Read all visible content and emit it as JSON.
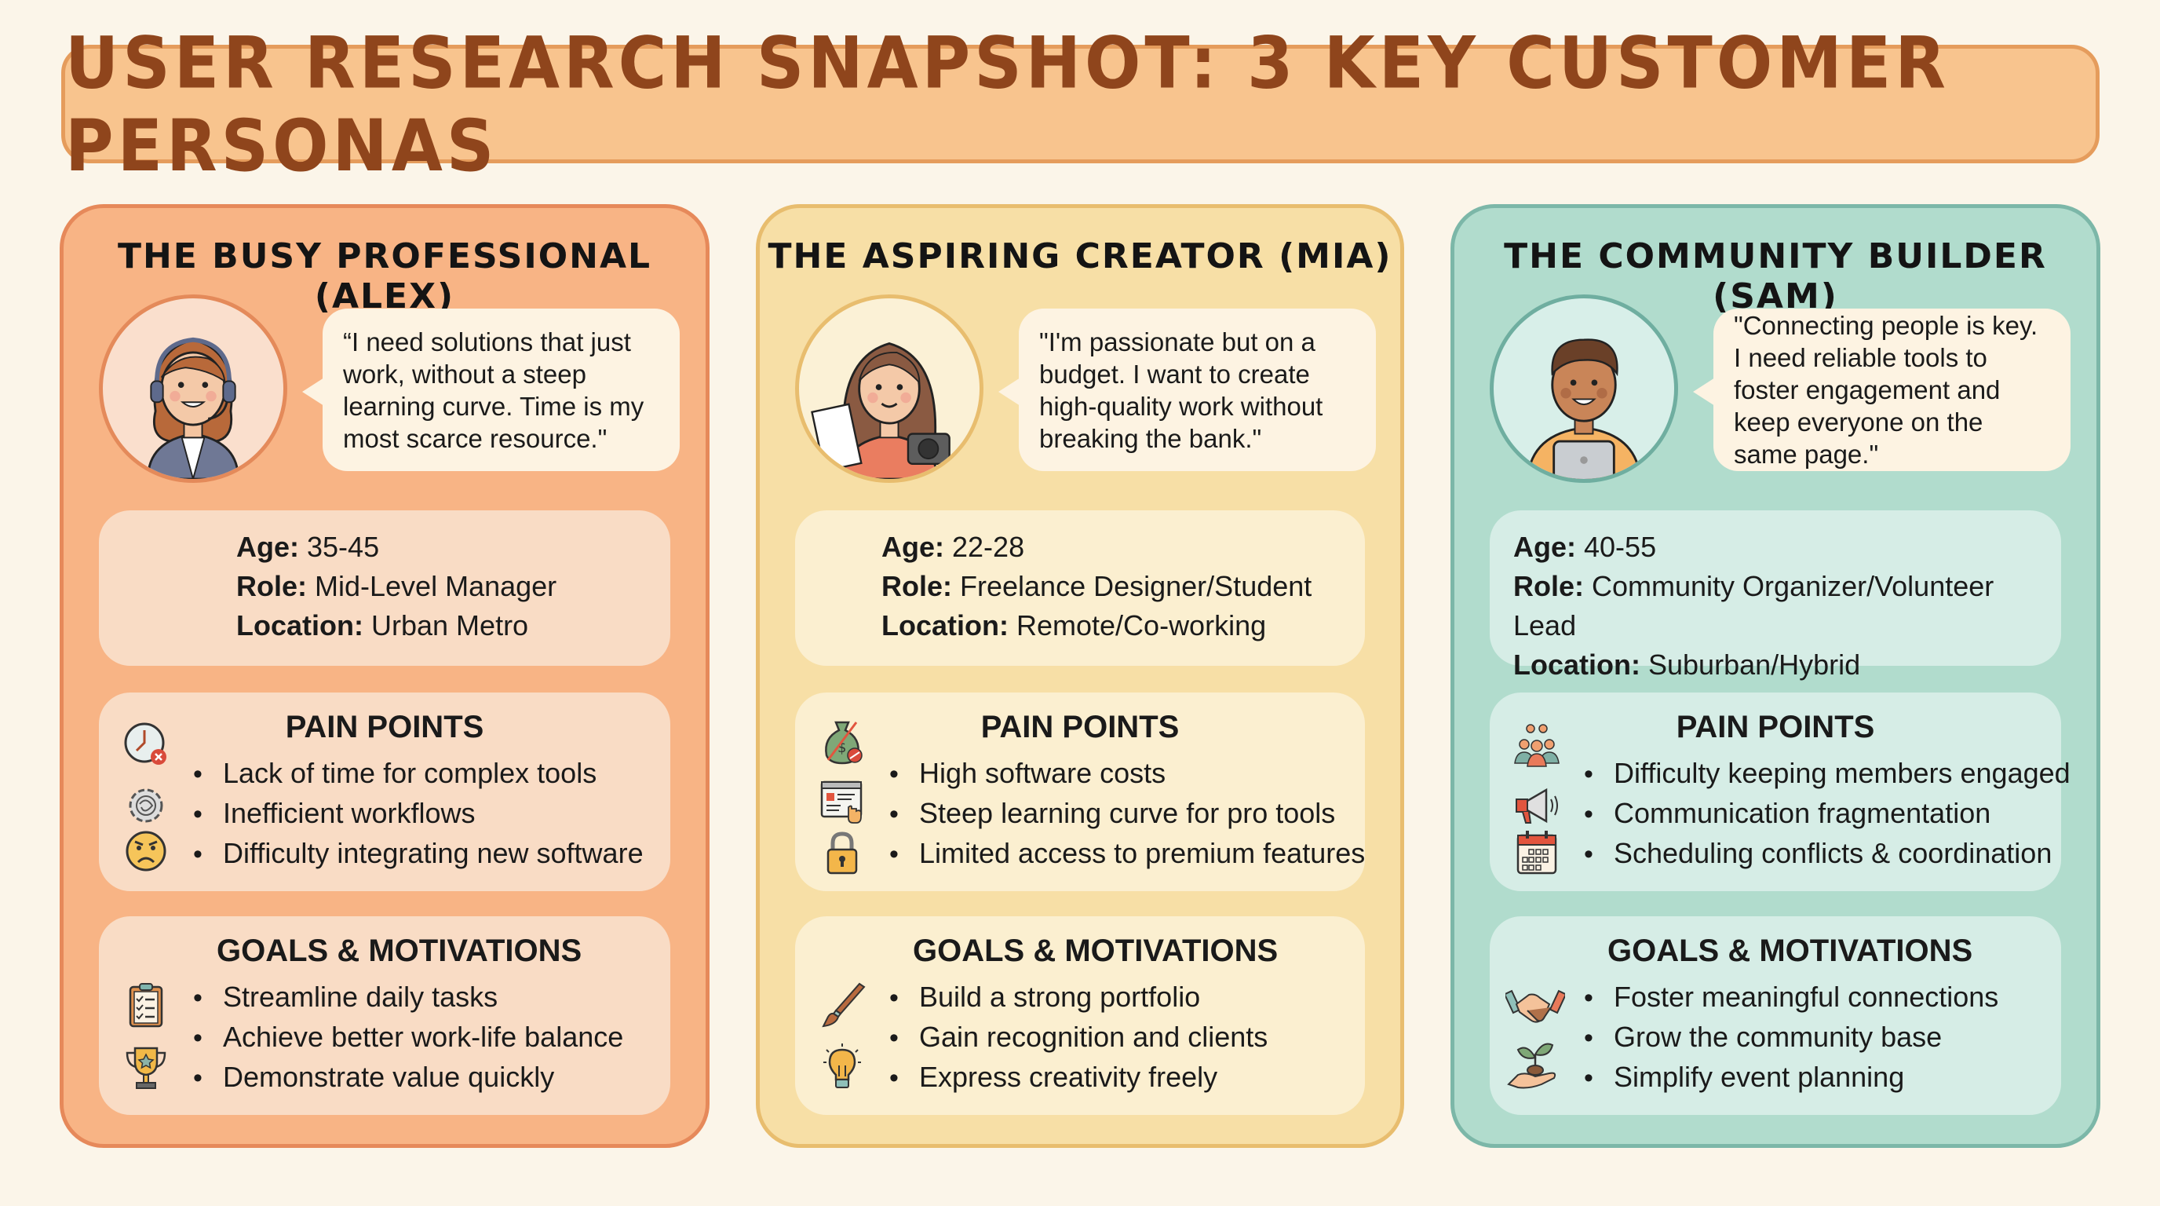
{
  "header": {
    "title": "USER RESEARCH SNAPSHOT: 3 KEY CUSTOMER PERSONAS"
  },
  "colors": {
    "background": "#fbf5e9",
    "banner_fill": "#f8c48e",
    "banner_text": "#8f451c",
    "persona_1": "#f8b485",
    "persona_2": "#f7dfa6",
    "persona_3": "#b1dccd"
  },
  "labels": {
    "age": "Age:",
    "role": "Role:",
    "location": "Location:",
    "pain_points": "PAIN POINTS",
    "goals": "GOALS & MOTIVATIONS"
  },
  "personas": [
    {
      "title": "THE BUSY PROFESSIONAL (ALEX)",
      "avatar": "woman-with-headset-avatar",
      "quote": "“I need solutions that just work, without a steep learning curve. Time is my most scarce resource.\"",
      "age": "35-45",
      "role": "Mid-Level Manager",
      "location": "Urban Metro",
      "pain_points": [
        "Lack of time for complex tools",
        "Inefficient workflows",
        "Difficulty integrating new software"
      ],
      "pain_icons": [
        "clock-x-icon",
        "tangled-gear-icon",
        "frustrated-face-icon"
      ],
      "goals": [
        "Streamline daily tasks",
        "Achieve better work-life balance",
        "Demonstrate value quickly"
      ],
      "goal_icons": [
        "checklist-clipboard-icon",
        "trophy-icon"
      ]
    },
    {
      "title": "THE ASPIRING CREATOR (MIA)",
      "avatar": "woman-with-notebook-and-camera-avatar",
      "quote": "\"I'm passionate but on a budget. I want to create high-quality work without breaking the bank.\"",
      "age": "22-28",
      "role": "Freelance Designer/Student",
      "location": "Remote/Co-working",
      "pain_points": [
        "High software costs",
        "Steep learning curve for pro tools",
        "Limited access to premium features"
      ],
      "pain_icons": [
        "money-bag-blocked-icon",
        "complex-interface-icon",
        "padlock-icon"
      ],
      "goals": [
        "Build a strong portfolio",
        "Gain recognition and clients",
        "Express creativity freely"
      ],
      "goal_icons": [
        "paintbrush-icon",
        "lightbulb-icon"
      ]
    },
    {
      "title": "THE COMMUNITY BUILDER (SAM)",
      "avatar": "man-with-tablet-avatar",
      "quote": "\"Connecting people is key. I need reliable tools to foster engagement and keep everyone on the same page.\"",
      "age": "40-55",
      "role": "Community Organizer/Volunteer Lead",
      "location": "Suburban/Hybrid",
      "pain_points": [
        "Difficulty keeping members engaged",
        "Communication fragmentation",
        "Scheduling conflicts & coordination"
      ],
      "pain_icons": [
        "group-chat-icon",
        "megaphone-icon",
        "calendar-icon"
      ],
      "goals": [
        "Foster meaningful connections",
        "Grow the community base",
        "Simplify event planning"
      ],
      "goal_icons": [
        "handshake-icon",
        "seedling-in-hand-icon"
      ]
    }
  ]
}
